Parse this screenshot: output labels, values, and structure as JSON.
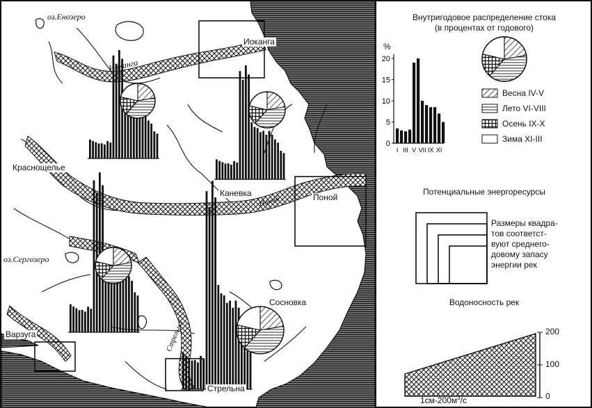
{
  "map": {
    "lakes": [
      "оз.Енозеро",
      "оз.Сергозеро"
    ],
    "rivers": [
      "Иоканга",
      "Поной",
      "Стрельна"
    ],
    "stations": [
      "Иоканга",
      "Краснощелье",
      "Каневка",
      "Поной",
      "Сосновка",
      "Варзуга",
      "Стрельна"
    ]
  },
  "inset": {
    "title": "Внутригодовое распределение стока",
    "subtitle": "(в процентах от годового)",
    "chart_data": {
      "type": "bar",
      "title": "Внутригодовое распределение стока",
      "subtitle": "(в процентах от годового)",
      "ylabel": "%",
      "ylim": [
        0,
        21
      ],
      "y_ticks": [
        "0",
        "5",
        "10",
        "15",
        "20"
      ],
      "x_tick_labels": [
        "I",
        "III",
        "V",
        "VII",
        "IX",
        "XI"
      ],
      "categories": [
        "I",
        "II",
        "III",
        "IV",
        "V",
        "VI",
        "VII",
        "VIII",
        "IX",
        "X",
        "XI",
        "XII"
      ],
      "values": [
        3.5,
        3,
        2.8,
        3.2,
        19,
        20,
        10,
        9,
        8.5,
        8.5,
        7,
        5
      ]
    }
  },
  "legend": {
    "seasons": [
      {
        "key": "spring",
        "label": "Весна IV-V",
        "pattern": "diagonal-hatch"
      },
      {
        "key": "summer",
        "label": "Лето VI-VIII",
        "pattern": "horizontal-lines"
      },
      {
        "key": "autumn",
        "label": "Осень IX-X",
        "pattern": "cross-hatch"
      },
      {
        "key": "winter",
        "label": "Зима XI-III",
        "pattern": "blank"
      }
    ]
  },
  "energy": {
    "title": "Потенциальные энергоресурсы",
    "note": [
      "Размеры квадра-",
      "тов соответст-",
      "вуют среднего-",
      "довому запасу",
      "энергии рек"
    ]
  },
  "discharge": {
    "title": "Водоносность рек",
    "ticks": [
      "200",
      "100",
      "0"
    ],
    "scale_label": "1см-200м",
    "scale_sup": "3",
    "scale_suffix": "/с"
  },
  "colors": {
    "ink": "#111111",
    "paper": "#ffffff"
  }
}
